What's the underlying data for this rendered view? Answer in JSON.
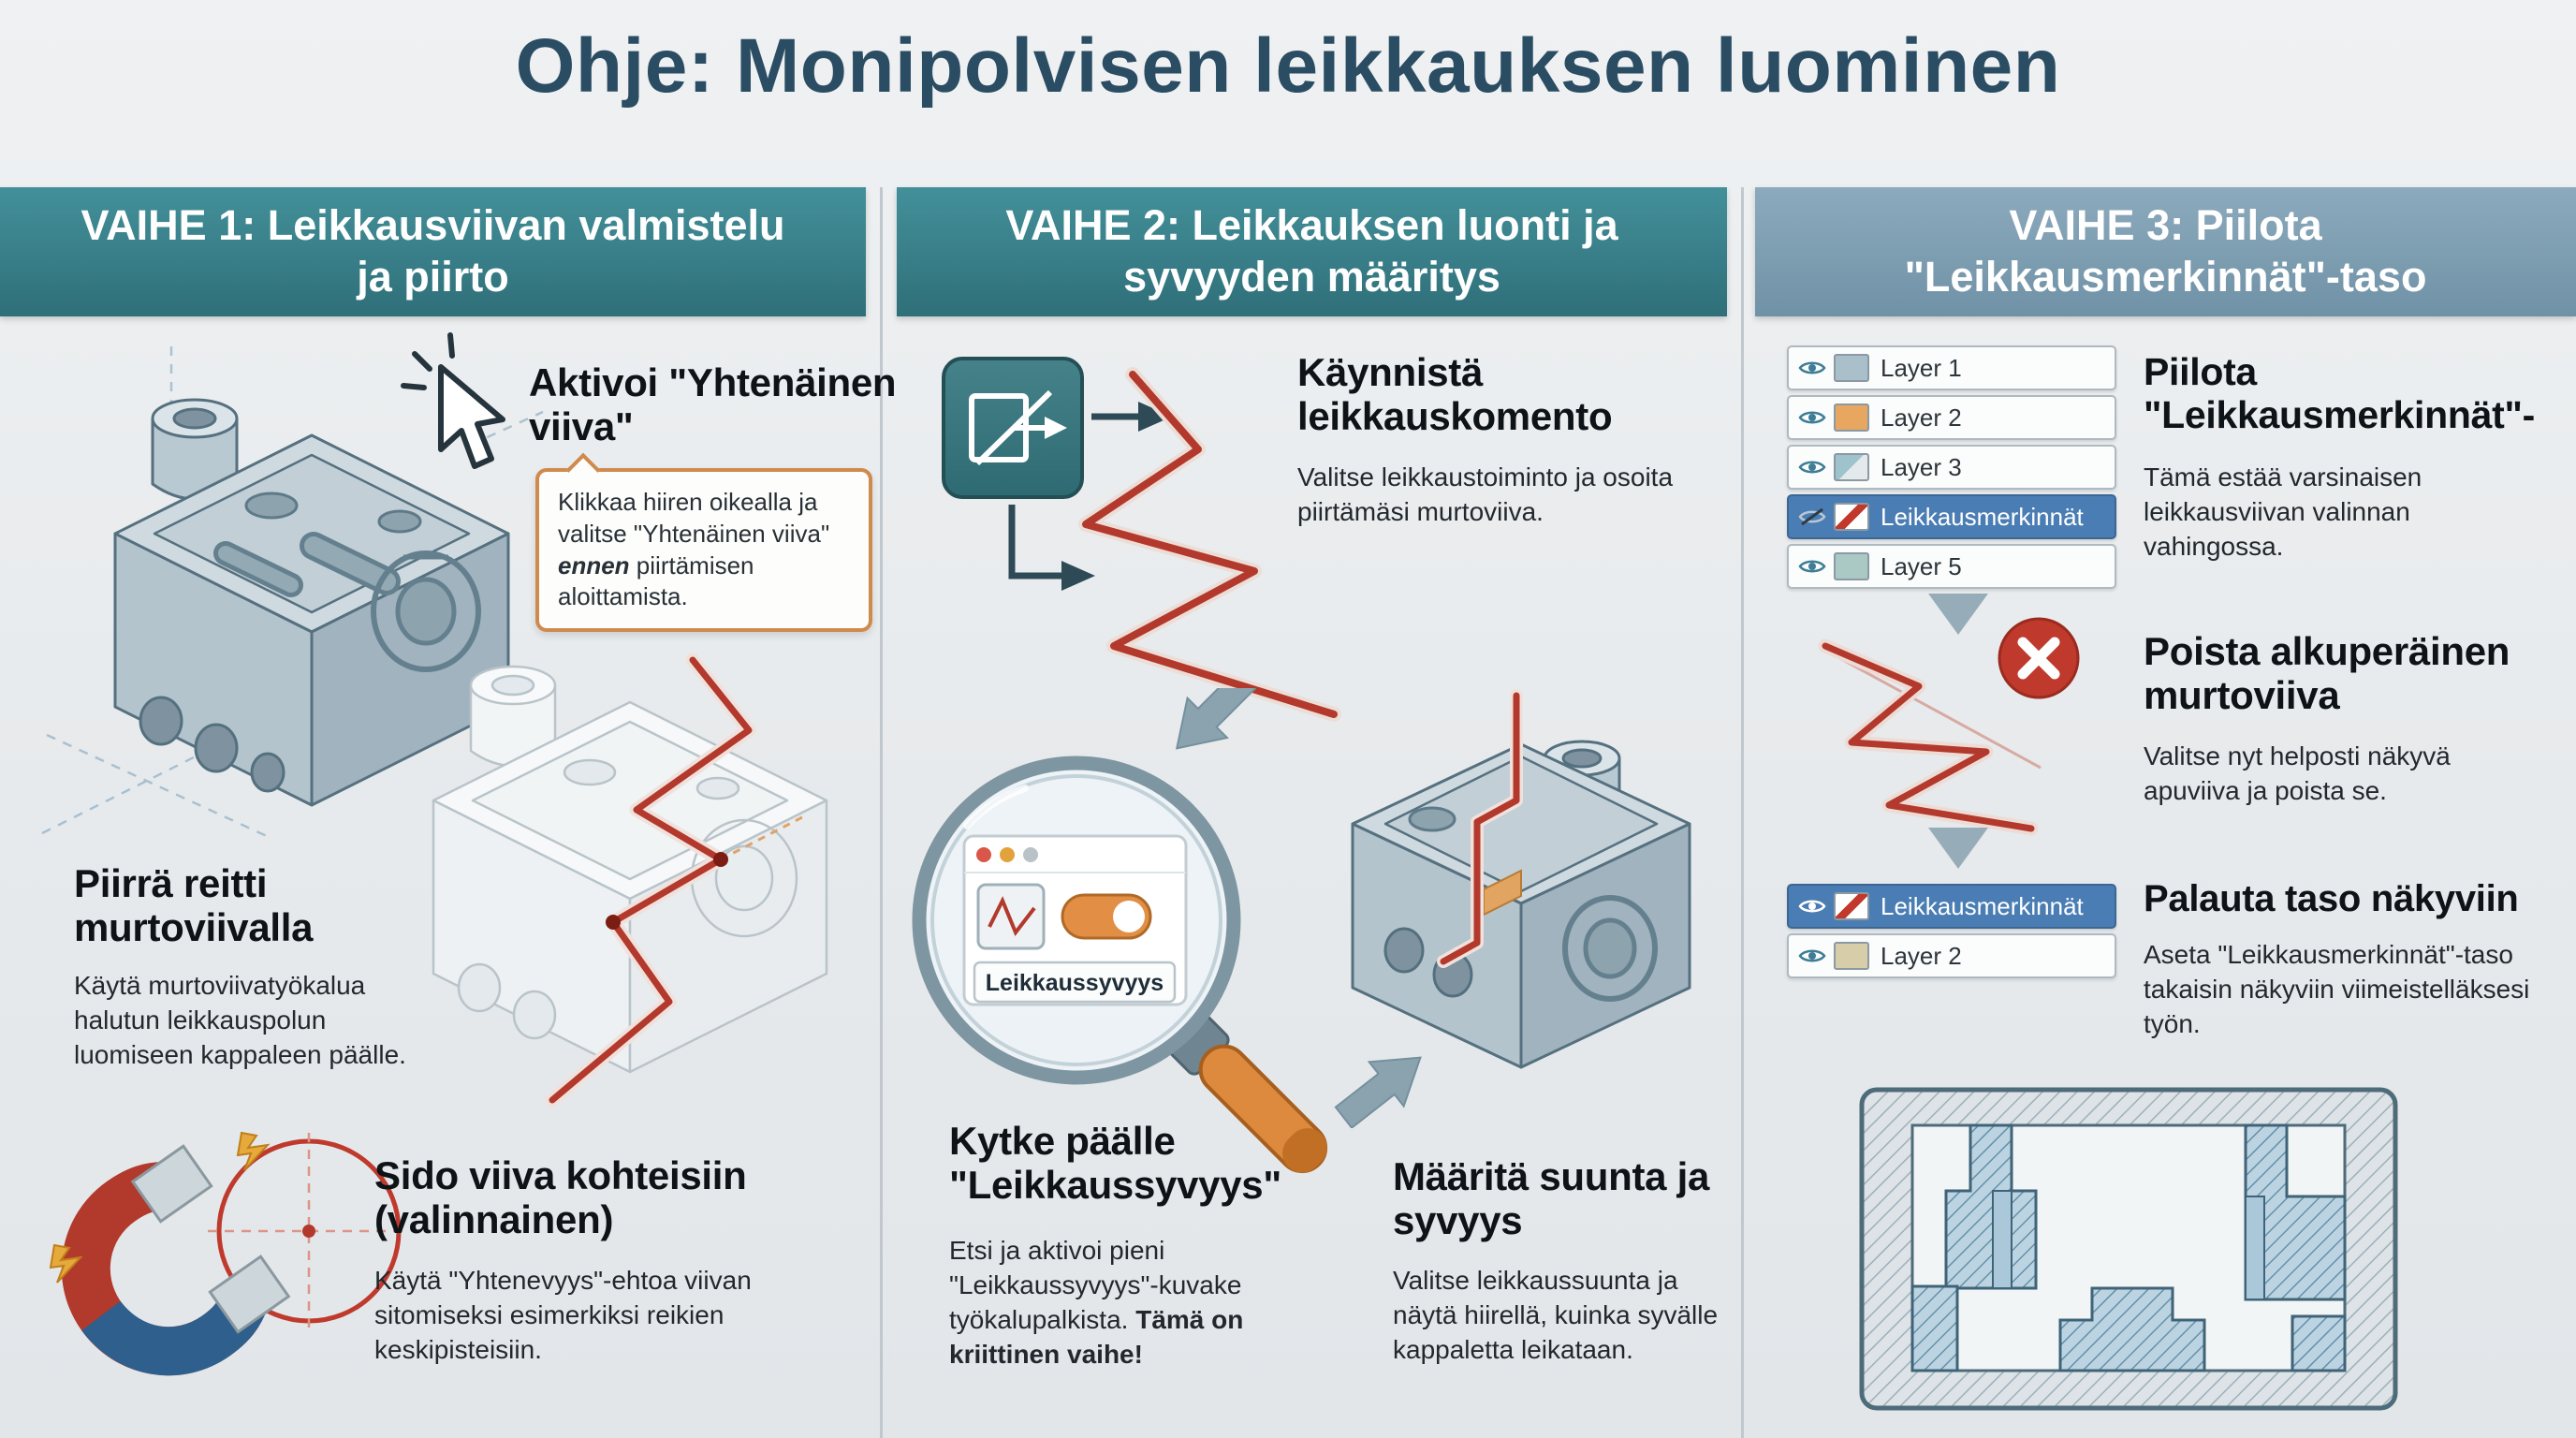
{
  "title": "Ohje: Monipolvisen leikkauksen luominen",
  "col1": {
    "header": "VAIHE 1: Leikkausviivan valmistelu ja piirto",
    "step1": {
      "title": "Aktivoi \"Yhtenäinen viiva\"",
      "bubble_text_1": "Klikkaa hiiren oikealla ja valitse \"Yhtenäinen viiva\" ",
      "bubble_text_bold": "ennen",
      "bubble_text_2": " piirtämisen aloittamista."
    },
    "step2": {
      "title": "Piirrä reitti murtoviivalla",
      "body": "Käytä murtoviivatyökalua halutun leikkauspolun luomiseen kappaleen päälle."
    },
    "step3": {
      "title": "Sido viiva kohteisiin (valinnainen)",
      "body": "Käytä \"Yhtenevyys\"-ehtoa viivan sitomiseksi esimerkiksi reikien keskipisteisiin."
    }
  },
  "col2": {
    "header": "VAIHE 2: Leikkauksen luonti ja syvyyden määritys",
    "step1": {
      "title": "Käynnistä leikkauskomento",
      "body": "Valitse leikkaustoiminto ja osoita piirtämäsi murtoviiva."
    },
    "magnifier_label": "Leikkaussyvyys",
    "step2": {
      "title": "Kytke päälle \"Leikkaussyvyys\"",
      "body_1": "Etsi ja aktivoi pieni \"Leikkaussyvyys\"-kuvake työkalupalkista. ",
      "body_bold": "Tämä on kriittinen vaihe!"
    },
    "step3": {
      "title": "Määritä suunta ja syvyys",
      "body": "Valitse leikkaussuunta ja näytä hiirellä, kuinka syvälle kappaletta leikataan."
    }
  },
  "col3": {
    "header": "VAIHE 3: Piilota \"Leikkausmerkinnät\"-taso",
    "panel1": [
      {
        "label": "Layer 1"
      },
      {
        "label": "Layer 2"
      },
      {
        "label": "Layer 3"
      },
      {
        "label": "Leikkausmerkinnät"
      },
      {
        "label": "Layer 5"
      }
    ],
    "step1": {
      "title": "Piilota \"Leikkausmerkinnät\"-",
      "body": "Tämä estää varsinaisen leikkausviivan valinnan vahingossa."
    },
    "step2": {
      "title": "Poista alkuperäinen murtoviiva",
      "body": "Valitse nyt helposti näkyvä apuviiva ja poista se."
    },
    "panel2": [
      {
        "label": "Leikkausmerkinnät"
      },
      {
        "label": "Layer 2"
      }
    ],
    "step3": {
      "title": "Palauta taso näkyviin",
      "body": "Aseta \"Leikkausmerkinnät\"-taso takaisin näkyviin viimeistelläksesi työn."
    }
  },
  "colors": {
    "accent_teal": "#3a8b91",
    "accent_red": "#b2392c",
    "highlight_blue": "#4a7db3"
  }
}
